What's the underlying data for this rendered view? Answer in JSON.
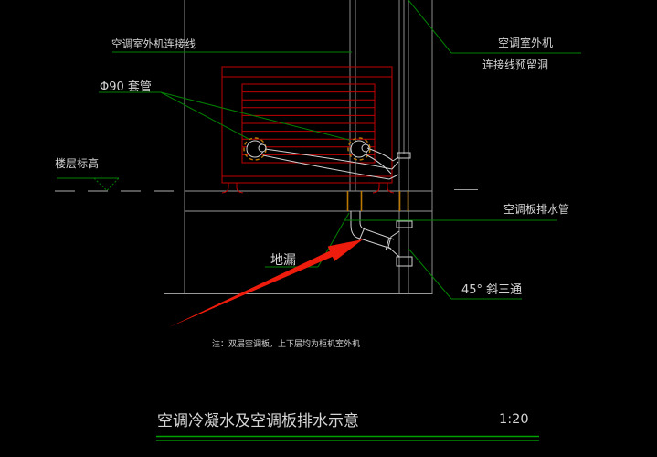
{
  "drawing": {
    "background": "#000000",
    "colors": {
      "unit_red": "#bf0000",
      "leader_green": "#008000",
      "sleeve_yellow": "#bb7700",
      "wall_gray": "#8c8c8c",
      "pipe_white": "#cfcfcf",
      "text_white": "#d4d4d4",
      "arrow_red": "#ee1c0c"
    },
    "labels": {
      "outdoor_unit_connection_line": "空调室外机连接线",
      "sleeve": "Φ90 套管",
      "reserved_hole_line1": "空调室外机",
      "reserved_hole_line2": "连接线预留洞",
      "floor_elevation": "楼层标高",
      "ac_board_drain_pipe": "空调板排水管",
      "floor_drain": "地漏",
      "oblique_tee": "45° 斜三通",
      "note": "注：双层空调板，上下层均为柜机室外机"
    },
    "title": {
      "text": "空调冷凝水及空调板排水示意",
      "scale": "1:20"
    }
  }
}
